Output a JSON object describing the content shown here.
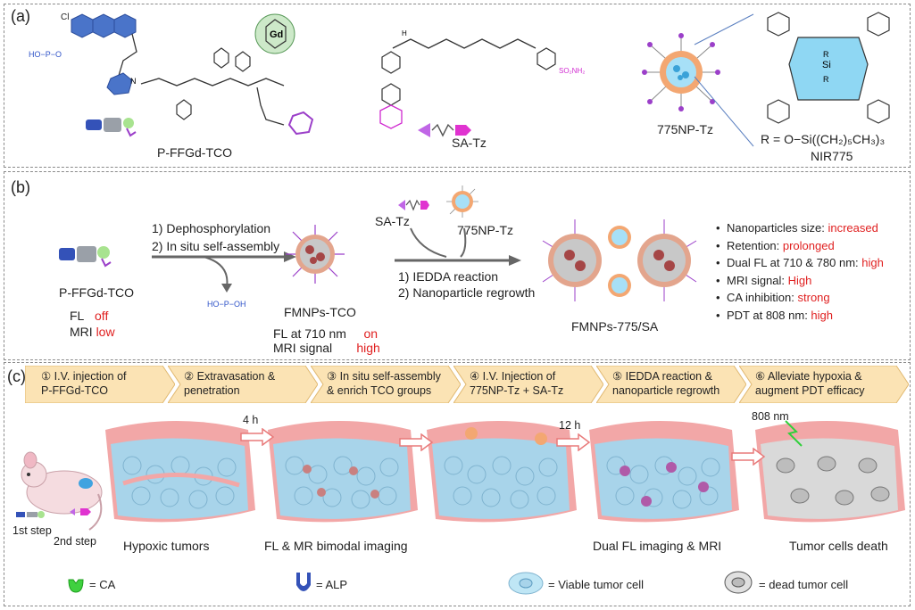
{
  "panel_a": {
    "label": "(a)",
    "compound1": "P-FFGd-TCO",
    "compound2": "SA-Tz",
    "nanoparticle": "775NP-Tz",
    "dye": "NIR775",
    "dye_r_group": "R = O−Si((CH₂)₅CH₃)₃",
    "gd_label": "Gd"
  },
  "panel_b": {
    "label": "(b)",
    "start_compound": "P-FFGd-TCO",
    "fl_label": "FL",
    "fl_state": "off",
    "mri_label": "MRI",
    "mri_state": "low",
    "step1": "1)  Dephosphorylation",
    "step2": "2)  In situ self-assembly",
    "intermediate": "FMNPs-TCO",
    "fl710_label": "FL at 710 nm",
    "fl710_state": "on",
    "mri_signal_label": "MRI signal",
    "mri_signal_state": "high",
    "reagent1": "SA-Tz",
    "reagent2": "775NP-Tz",
    "reaction1": "1) IEDDA reaction",
    "reaction2": "2) Nanoparticle regrowth",
    "product": "FMNPs-775/SA",
    "properties": [
      {
        "label": "Nanoparticles size: ",
        "value": "increased"
      },
      {
        "label": "Retention: ",
        "value": "prolonged"
      },
      {
        "label": "Dual FL at 710 & 780 nm: ",
        "value": "high"
      },
      {
        "label": "MRI signal: ",
        "value": "High"
      },
      {
        "label": "CA inhibition: ",
        "value": "strong"
      },
      {
        "label": "PDT at 808 nm: ",
        "value": "high"
      }
    ]
  },
  "panel_c": {
    "label": "(c)",
    "steps": [
      {
        "line1": "① I.V. injection of",
        "line2": "P-FFGd-TCO"
      },
      {
        "line1": "② Extravasation &",
        "line2": "penetration"
      },
      {
        "line1": "③ In situ self-assembly",
        "line2": "& enrich TCO groups"
      },
      {
        "line1": "④ I.V. Injection of",
        "line2": "775NP-Tz + SA-Tz"
      },
      {
        "line1": "⑤ IEDDA reaction &",
        "line2": "nanoparticle regrowth"
      },
      {
        "line1": "⑥ Alleviate hypoxia &",
        "line2": "augment PDT efficacy"
      }
    ],
    "time1": "4 h",
    "time2": "12 h",
    "laser": "808 nm",
    "first_step": "1st step",
    "second_step": "2nd step",
    "caption1": "Hypoxic tumors",
    "caption2": "FL & MR bimodal imaging",
    "caption3": "Dual FL imaging & MRI",
    "caption4": "Tumor cells death",
    "legend": [
      {
        "label": "= CA"
      },
      {
        "label": "= ALP"
      },
      {
        "label": "= Viable tumor cell"
      },
      {
        "label": "= dead tumor cell"
      }
    ]
  },
  "colors": {
    "accent_red": "#e02020",
    "step_fill": "#fbe3b4",
    "tumor_pink": "#f2a7a7",
    "cell_blue": "#a8d4ea"
  }
}
